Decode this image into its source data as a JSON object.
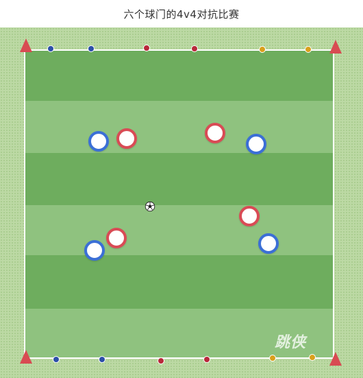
{
  "title": "六个球门的4v4对抗比赛",
  "colors": {
    "team_blue": "#3b6fd6",
    "team_red": "#d94b55",
    "goal_blue": "#2c4fa8",
    "goal_red": "#b8283a",
    "goal_orange": "#d9a01c",
    "cone": "#d84b52",
    "grass_dark": "#6ead5e",
    "grass_light": "#8fc27f"
  },
  "goals": {
    "top": [
      "blue",
      "blue",
      "red",
      "red",
      "orange",
      "orange"
    ],
    "bottom": [
      "blue",
      "blue",
      "red",
      "red",
      "orange",
      "orange"
    ]
  },
  "teams": {
    "blue": {
      "players": 4
    },
    "red": {
      "players": 4
    }
  },
  "ball": {
    "icon": "soccer-ball-icon"
  },
  "watermark": "跳侠"
}
